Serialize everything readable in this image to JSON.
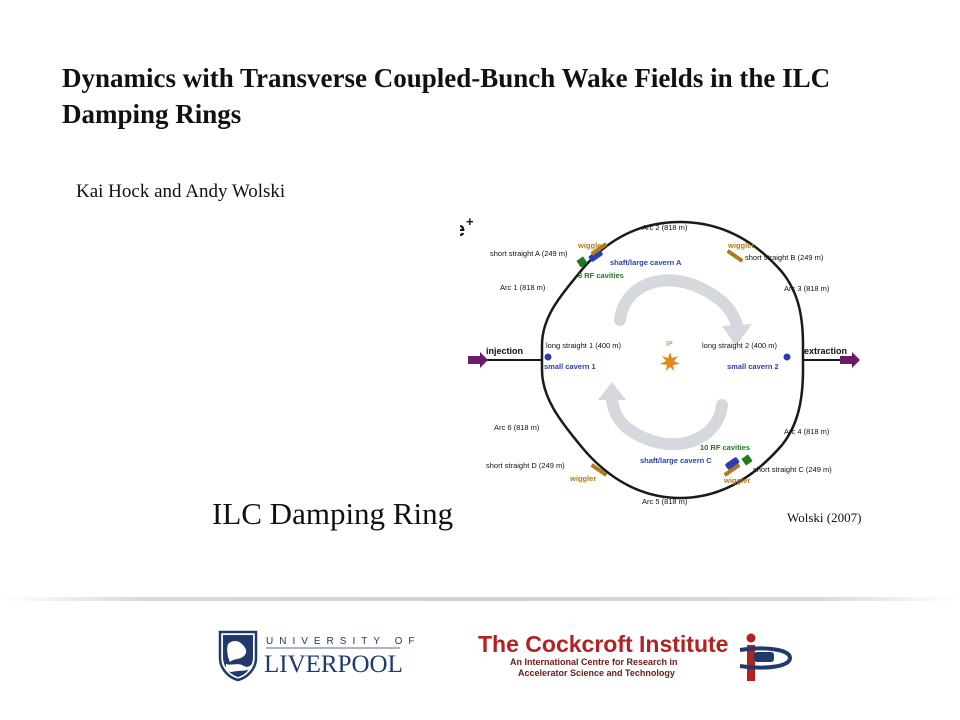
{
  "slide": {
    "title": "Dynamics with Transverse Coupled-Bunch Wake Fields in the ILC Damping Rings",
    "authors": "Kai Hock and Andy Wolski",
    "caption": "ILC Damping Ring",
    "credit": "Wolski (2007)"
  },
  "diagram": {
    "particle": "e",
    "particle_sup": "+",
    "arc2": "Arc 2 (818 m)",
    "arc1": "Arc 1 (818 m)",
    "arc3": "Arc 3 (818 m)",
    "arc4": "Arc 4 (818 m)",
    "arc5": "Arc 5 (818 m)",
    "arc6": "Arc 6 (818 m)",
    "straight_a": "short straight A (249 m)",
    "straight_b": "short straight B (249 m)",
    "straight_c": "short straight C (249 m)",
    "straight_d": "short straight D (249 m)",
    "wiggler": "wiggler",
    "shaft_a": "shaft/large cavern A",
    "shaft_c": "shaft/large cavern C",
    "rf_top": "8 RF cavities",
    "rf_bottom": "10 RF cavities",
    "long1": "long straight 1 (400 m)",
    "long2": "long straight 2 (400 m)",
    "cavern1": "small cavern 1",
    "cavern2": "small cavern 2",
    "injection": "injection",
    "extraction": "extraction",
    "ip": "IP"
  },
  "logos": {
    "liverpool_top": "UNIVERSITY OF",
    "liverpool_main": "LIVERPOOL",
    "ci_title": "The Cockcroft Institute",
    "ci_line1": "An International Centre for Research in",
    "ci_line2": "Accelerator Science and Technology"
  },
  "colors": {
    "ring": "#1a1a1a",
    "purple": "#6a1b6a",
    "blue_label": "#2a3eb1",
    "green_label": "#1f7a1f",
    "wiggler": "#b07a1a",
    "ci_red": "#b22222",
    "navy": "#1f3a6b"
  }
}
